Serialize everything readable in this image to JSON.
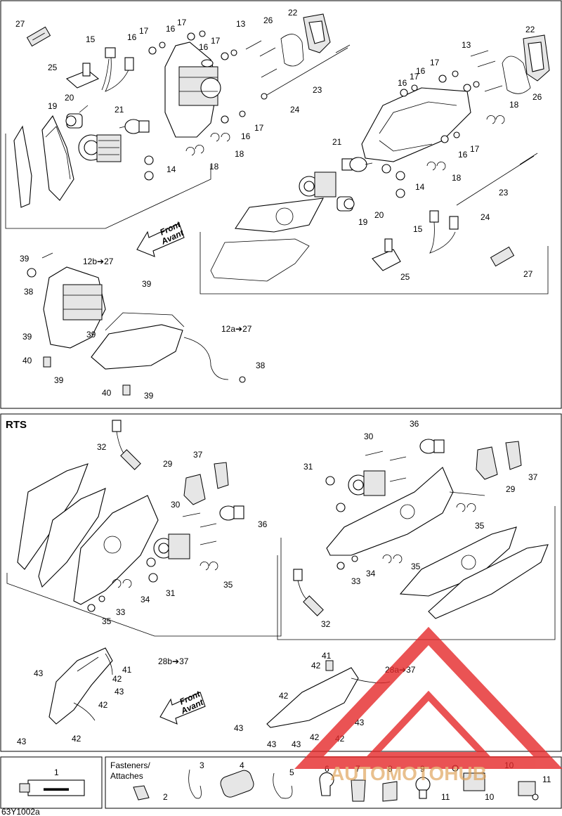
{
  "callouts_top": [
    "27",
    "15",
    "16",
    "17",
    "16",
    "17",
    "16",
    "17",
    "13",
    "26",
    "22",
    "25",
    "20",
    "19",
    "21",
    "16",
    "17",
    "18",
    "14",
    "18",
    "23",
    "24",
    "22",
    "13",
    "17",
    "16",
    "17",
    "16",
    "26",
    "18",
    "21",
    "16",
    "17",
    "18",
    "14",
    "23",
    "24",
    "20",
    "19",
    "15",
    "25",
    "27",
    "39",
    "12b➔27",
    "38",
    "39",
    "39",
    "12a➔27",
    "39",
    "40",
    "39",
    "38",
    "40",
    "39"
  ],
  "front_labels": {
    "top": [
      "Front",
      "Avant"
    ],
    "bottom": [
      "Front",
      "Avant"
    ]
  },
  "rts_label": "RTS",
  "callouts_rts": [
    "32",
    "36",
    "30",
    "29",
    "37",
    "31",
    "37",
    "29",
    "30",
    "36",
    "35",
    "31",
    "34",
    "33",
    "35",
    "35",
    "34",
    "33",
    "35",
    "32",
    "28b➔37",
    "28a➔37",
    "41",
    "43",
    "42",
    "42",
    "43",
    "42",
    "41",
    "42",
    "43",
    "42",
    "43",
    "43",
    "43",
    "43",
    "42",
    "42"
  ],
  "fasteners": {
    "title": [
      "Fasteners/",
      "Attaches"
    ],
    "items": [
      "1",
      "2",
      "3",
      "4",
      "5",
      "6",
      "7",
      "8",
      "9",
      "10",
      "10",
      "11",
      "11"
    ]
  },
  "footer_code": "63Y1002a",
  "watermark": "AUTOMOTOHUB",
  "colors": {
    "watermark_red": "#e5292a",
    "watermark_gray": "#9a9a9a"
  }
}
